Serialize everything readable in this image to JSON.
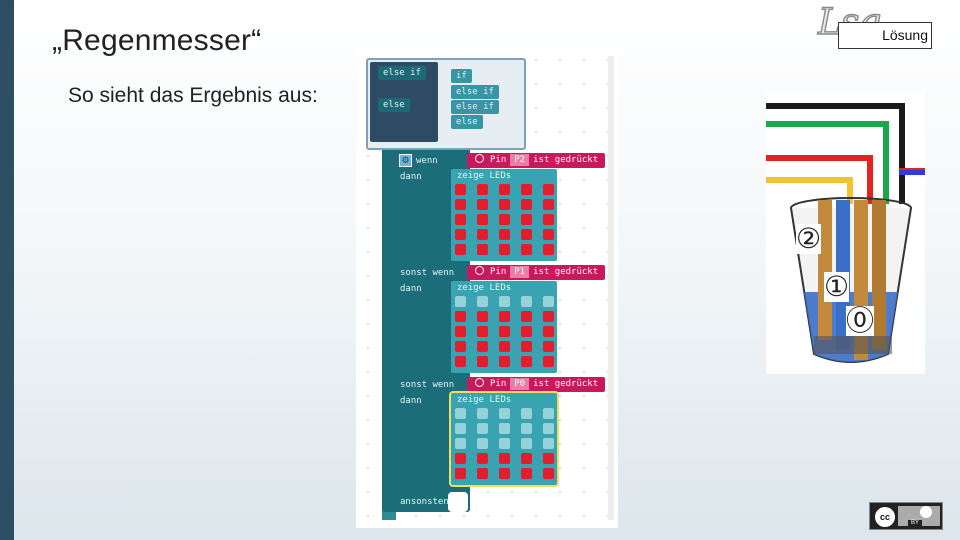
{
  "slide": {
    "title": "„Regenmesser“",
    "subtitle": "So sieht das Ergebnis aus:"
  },
  "logo": {
    "text": "Lsg",
    "badge": "Lösung"
  },
  "popup": {
    "left_items": [
      "else if",
      "else"
    ],
    "right_items": [
      "if",
      "else if",
      "else if",
      "else"
    ]
  },
  "code": {
    "if_label": "wenn",
    "then_label": "dann",
    "elseif_label": "sonst wenn",
    "else_label": "ansonsten",
    "branches": [
      {
        "pin_prefix": "Pin",
        "pin": "P2",
        "pin_suffix": "ist gedrückt",
        "led_label": "zeige LEDs",
        "leds": [
          1,
          1,
          1,
          1,
          1,
          1,
          1,
          1,
          1,
          1,
          1,
          1,
          1,
          1,
          1,
          1,
          1,
          1,
          1,
          1,
          1,
          1,
          1,
          1,
          1
        ]
      },
      {
        "pin_prefix": "Pin",
        "pin": "P1",
        "pin_suffix": "ist gedrückt",
        "led_label": "zeige LEDs",
        "leds": [
          0,
          0,
          0,
          0,
          0,
          1,
          1,
          1,
          1,
          1,
          1,
          1,
          1,
          1,
          1,
          1,
          1,
          1,
          1,
          1,
          1,
          1,
          1,
          1,
          1
        ]
      },
      {
        "pin_prefix": "Pin",
        "pin": "P0",
        "pin_suffix": "ist gedrückt",
        "led_label": "zeige LEDs",
        "leds": [
          0,
          0,
          0,
          0,
          0,
          0,
          0,
          0,
          0,
          0,
          0,
          0,
          0,
          0,
          0,
          1,
          1,
          1,
          1,
          1,
          1,
          1,
          1,
          1,
          1
        ]
      }
    ]
  },
  "photo": {
    "levels": [
      "②",
      "①",
      "⓪"
    ]
  },
  "license": {
    "cc": "cc",
    "by": "BY"
  }
}
